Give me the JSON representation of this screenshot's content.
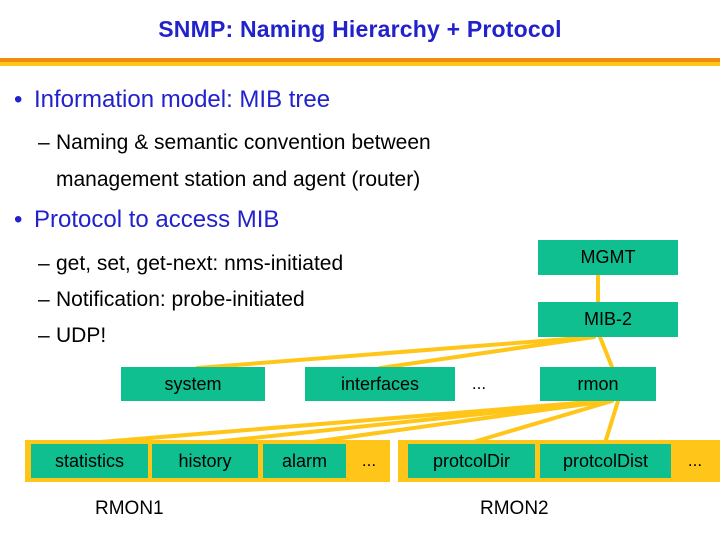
{
  "slide": {
    "title": "SNMP: Naming Hierarchy + Protocol",
    "accent_orange": "#f28c0f",
    "accent_yellow": "#ffc619",
    "node_green": "#0fbf8f",
    "title_blue": "#2222cc"
  },
  "bullets": [
    {
      "level": 1,
      "marker": "•",
      "text": "Information model: MIB tree"
    },
    {
      "level": 2,
      "marker": "–",
      "text": "Naming & semantic convention between"
    },
    {
      "level": 2,
      "marker": "",
      "text": "management station and agent (router)"
    },
    {
      "level": 1,
      "marker": "•",
      "text": "Protocol to access MIB"
    },
    {
      "level": 2,
      "marker": "–",
      "text": "get, set, get-next: nms-initiated"
    },
    {
      "level": 2,
      "marker": "–",
      "text": "Notification: probe-initiated"
    },
    {
      "level": 2,
      "marker": "–",
      "text": "UDP!"
    }
  ],
  "tree": {
    "nodes": {
      "mgmt": "MGMT",
      "mib2": "MIB-2",
      "system": "system",
      "interfaces": "interfaces",
      "rmon": "rmon",
      "statistics": "statistics",
      "history": "history",
      "alarm": "alarm",
      "protcol_dir": "protcolDir",
      "protcol_dist": "protcolDist"
    },
    "ellipses": {
      "mib2_more": "...",
      "rmon1_more": "...",
      "rmon2_more": "..."
    },
    "group_labels": {
      "rmon1": "RMON1",
      "rmon2": "RMON2"
    }
  }
}
